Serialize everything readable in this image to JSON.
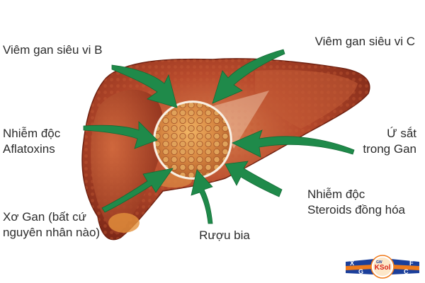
{
  "labels": {
    "hep_b": "Viêm gan siêu vi B",
    "hep_c": "Viêm gan siêu vi C",
    "aflatoxin": [
      "Nhiễm độc",
      "Aflatoxins"
    ],
    "iron": [
      "Ứ sắt",
      "trong Gan"
    ],
    "cirrhosis": [
      "Xơ Gan (bất cứ",
      "nguyên nhân nào)"
    ],
    "alcohol": "Rượu bia",
    "steroids": [
      "Nhiễm độc",
      "Steroids đồng hóa"
    ]
  },
  "logo": {
    "brand": "KSol",
    "prefix": "GW",
    "letters": [
      "X",
      "G",
      "F",
      "C"
    ]
  },
  "colors": {
    "arrow": "#1f8a4a",
    "arrow_dark": "#136b35",
    "liver": "#b0442a",
    "liver_dark": "#7a2616",
    "liver_light": "#d7734a",
    "text": "#2b2b2b",
    "logo_blue": "#1b3f9b",
    "logo_orange": "#f07a1a"
  },
  "icons": {
    "center": "magnifier-lens-icon",
    "arrows": "arrow-icon"
  }
}
